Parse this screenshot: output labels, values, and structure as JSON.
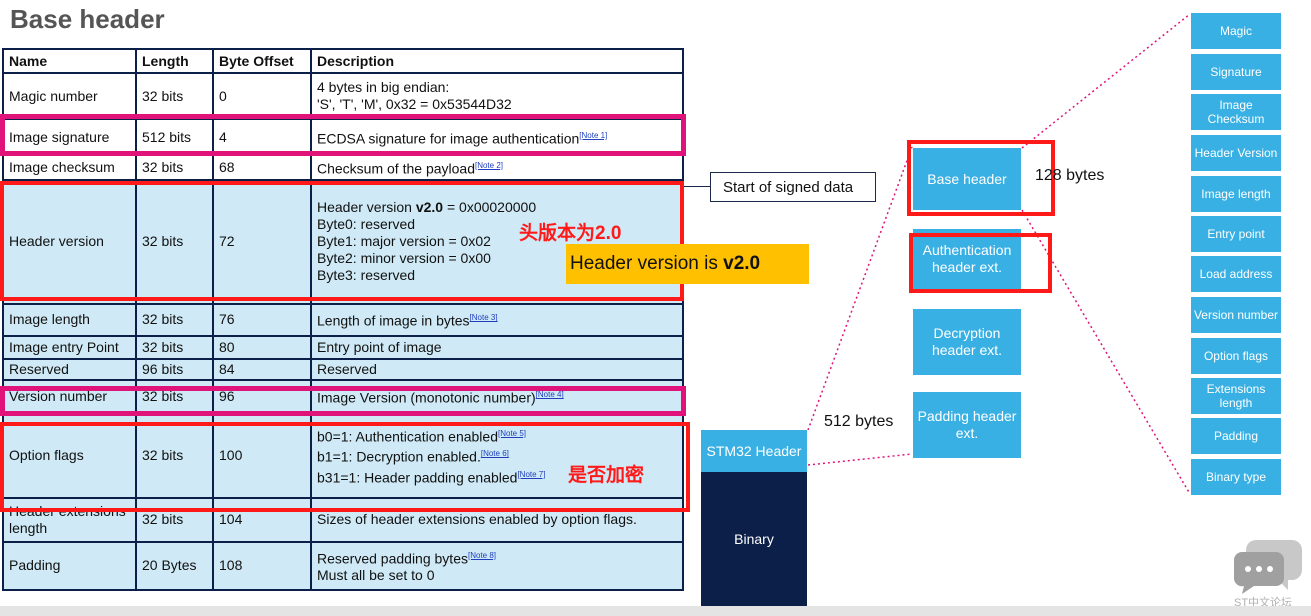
{
  "title": "Base header",
  "table": {
    "headers": [
      "Name",
      "Length",
      "Byte Offset",
      "Description"
    ],
    "rows": [
      {
        "name": "Magic number",
        "length": "32 bits",
        "offset": "0",
        "desc": [
          "4 bytes in big endian:",
          "'S', 'T', 'M', 0x32 = 0x53544D32"
        ]
      },
      {
        "name": "Image signature",
        "length": "512 bits",
        "offset": "4",
        "desc": [
          "ECDSA signature for image authentication"
        ],
        "note": "[Note 1]"
      },
      {
        "name": "Image checksum",
        "length": "32 bits",
        "offset": "68",
        "desc": [
          "Checksum of the payload"
        ],
        "note": "[Note 2]"
      },
      {
        "name": "Header version",
        "length": "32 bits",
        "offset": "72",
        "desc_prefix": "Header version ",
        "desc_bold": "v2.0",
        "desc_suffix": " = 0x00020000",
        "desc": [
          "Byte0: reserved",
          "Byte1: major version = 0x02",
          "Byte2: minor version = 0x00",
          "Byte3: reserved"
        ]
      },
      {
        "name": "Image length",
        "length": "32 bits",
        "offset": "76",
        "desc": [
          "Length of image in bytes"
        ],
        "note": "[Note 3]"
      },
      {
        "name": "Image entry Point",
        "length": "32 bits",
        "offset": "80",
        "desc": [
          "Entry point of image"
        ]
      },
      {
        "name": "Reserved",
        "length": "96 bits",
        "offset": "84",
        "desc": [
          "Reserved"
        ]
      },
      {
        "name": "Version number",
        "length": "32 bits",
        "offset": "96",
        "desc": [
          "Image Version (monotonic number)"
        ],
        "note": "[Note 4]"
      },
      {
        "name": "Option flags",
        "length": "32 bits",
        "offset": "100",
        "desc": [
          "b0=1: Authentication enabled",
          "b1=1: Decryption enabled.",
          "b31=1: Header padding enabled"
        ],
        "notes": [
          "[Note 5]",
          "[Note 6]",
          "[Note 7]"
        ]
      },
      {
        "name": "Header extensions length",
        "length": "32 bits",
        "offset": "104",
        "desc": [
          "Sizes of header extensions enabled by option flags."
        ]
      },
      {
        "name": "Padding",
        "length": "20 Bytes",
        "offset": "108",
        "desc": [
          "Reserved padding bytes",
          "Must all be set to 0"
        ],
        "note": "[Note 8]"
      }
    ]
  },
  "annotations": {
    "cn_version": "头版本为2.0",
    "cn_encrypt": "是否加密",
    "callout": "Start of signed data",
    "yellow_prefix": "Header version is ",
    "yellow_bold": "v2.0"
  },
  "diagram": {
    "base_header": "Base header",
    "base_bytes": "128 bytes",
    "auth_ext": "Authentication header ext.",
    "decrypt_ext": "Decryption header ext.",
    "padding_ext": "Padding header ext.",
    "total_bytes": "512 bytes",
    "stm32_header": "STM32 Header",
    "binary": "Binary",
    "fields": [
      "Magic",
      "Signature",
      "Image Checksum",
      "Header Version",
      "Image length",
      "Entry point",
      "Load address",
      "Version number",
      "Option flags",
      "Extensions length",
      "Padding",
      "Binary type"
    ]
  },
  "watermark": "ST中文论坛",
  "colors": {
    "block": "#39b0e3",
    "navy": "#0c1f48",
    "highlight_red": "#ff1a1a",
    "highlight_pink": "#e0137a",
    "callout_yellow": "#ffc000"
  }
}
